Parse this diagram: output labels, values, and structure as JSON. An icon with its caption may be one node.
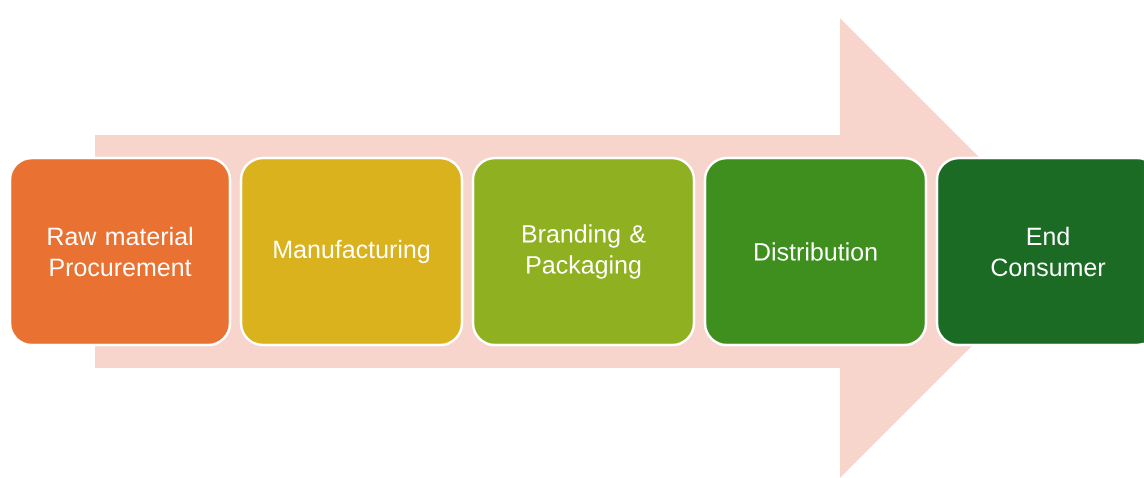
{
  "diagram": {
    "nodes": [
      {
        "text": [
          "Raw material Procurement"
        ]
      },
      {
        "text": [
          "Manufacturing"
        ]
      },
      {
        "text": [
          "Branding & Packaging"
        ]
      },
      {
        "text": [
          "Distribution"
        ]
      },
      {
        "text": [
          "End Consumer"
        ]
      }
    ],
    "edges": [
      {
        "from": 0,
        "to": 4,
        "arrow": "to"
      }
    ]
  }
}
